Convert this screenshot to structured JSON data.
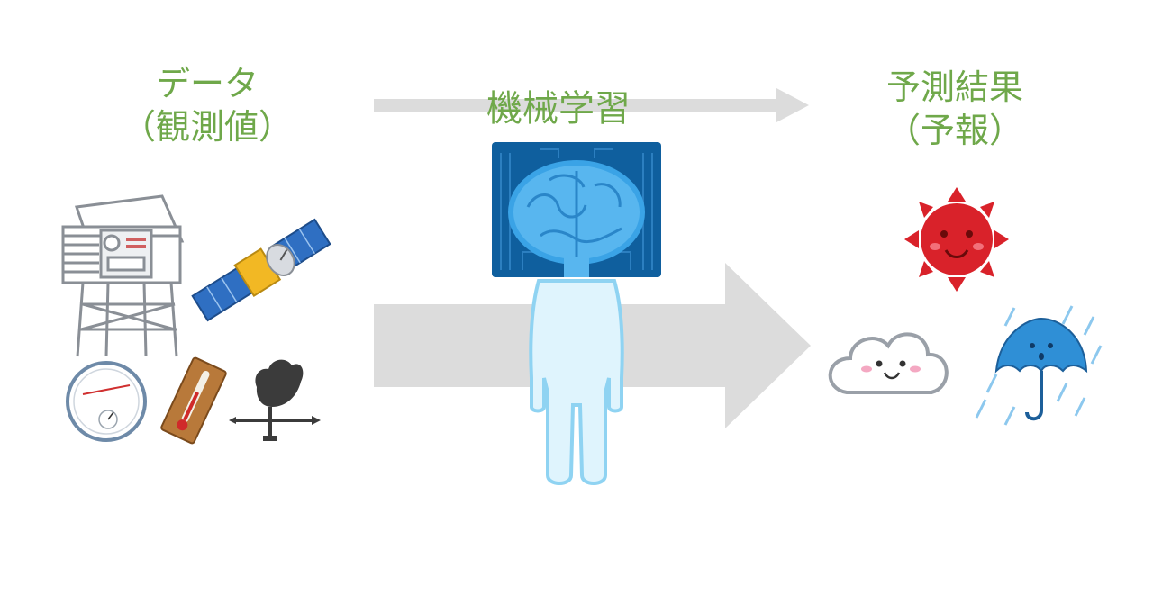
{
  "left_label": {
    "line1": "データ",
    "line2": "（観測値）"
  },
  "center_label": "機械学習",
  "right_label": {
    "line1": "予測結果",
    "line2": "（予報）"
  },
  "colors": {
    "label_green": "#6fa84a",
    "arrow_gray": "#dcdcdc",
    "brain_blue": "#3aa3e6",
    "board_blue": "#0f5f9e",
    "body_blue": "#cfeefc",
    "sun_red": "#d9222a",
    "umbrella_blue": "#2f8fd6"
  },
  "icons": [
    "weather-station-icon",
    "satellite-icon",
    "hygrometer-icon",
    "thermometer-icon",
    "weathervane-icon",
    "brain-circuit-icon",
    "person-icon",
    "sun-icon",
    "cloud-icon",
    "umbrella-rain-icon"
  ]
}
